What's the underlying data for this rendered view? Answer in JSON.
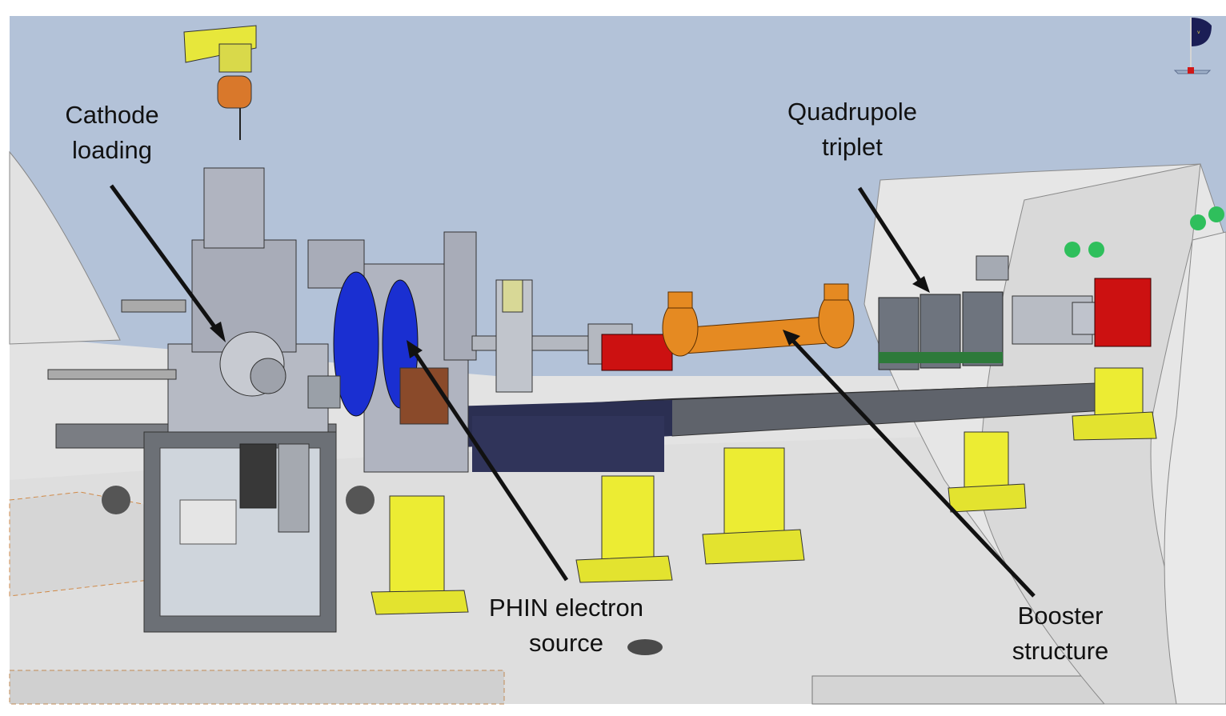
{
  "labels": {
    "cathode": [
      "Cathode",
      "loading"
    ],
    "quadrupole": [
      "Quadrupole",
      "triplet"
    ],
    "phin": [
      "PHIN electron",
      "source"
    ],
    "booster": [
      "Booster",
      "structure"
    ]
  },
  "colors": {
    "sky": "#b3c2d8",
    "floor": "#e2e2e2",
    "wall": "#dedede",
    "support_yellow": "#ecec33",
    "pipe_orange": "#e58a22",
    "magnet_red": "#cc1111",
    "solenoid_blue": "#1a2fd1",
    "girder_navy": "#2b2f52",
    "arrow": "#111111"
  },
  "icons": {
    "hoist": "crane-hoist-icon",
    "compass": "view-compass-icon"
  }
}
